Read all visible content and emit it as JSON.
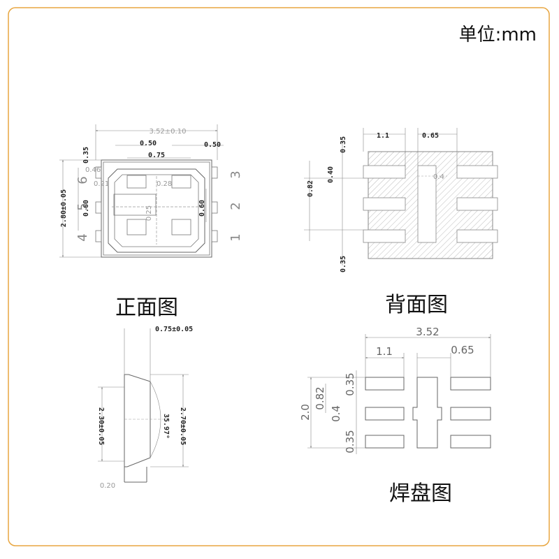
{
  "unit_label": "单位:mm",
  "colors": {
    "frame": "#e8a640",
    "line": "#777777",
    "hatch": "#bbbbbb"
  },
  "front": {
    "title": "正面图",
    "dims": {
      "width_total": "3.52±0.10",
      "pitch_top": "0.50",
      "pitch_right": "0.50",
      "center_w": "0.75",
      "height_total": "2.80±0.05",
      "top_gap": "0.35",
      "inner_a": "0.46",
      "inner_b": "0.21",
      "inner_c": "0.28",
      "pad_left": "0.60",
      "pad_right": "0.60",
      "center_v": "0.25"
    },
    "pins": [
      "3",
      "2",
      "1",
      "4",
      "5",
      "6"
    ]
  },
  "back": {
    "title": "背面图",
    "dims": {
      "top_left": "1.1",
      "top_right": "0.65",
      "left_top": "0.35",
      "left_mid": "0.40",
      "left_span": "0.82",
      "left_bottom": "0.35",
      "center_mark": "0.4"
    }
  },
  "side": {
    "dims": {
      "thickness": "0.75±0.05",
      "inner_h": "2.30±0.05",
      "outer_h": "2.70±0.05",
      "angle": "35.97°",
      "foot": "0.20"
    }
  },
  "pads": {
    "title": "焊盘图",
    "dims": {
      "total_w": "3.52",
      "left_w": "1.1",
      "right_w": "0.65",
      "height": "2.0",
      "span": "0.82",
      "pad_top": "0.35",
      "gap": "0.4",
      "pad_bottom": "0.35"
    }
  }
}
